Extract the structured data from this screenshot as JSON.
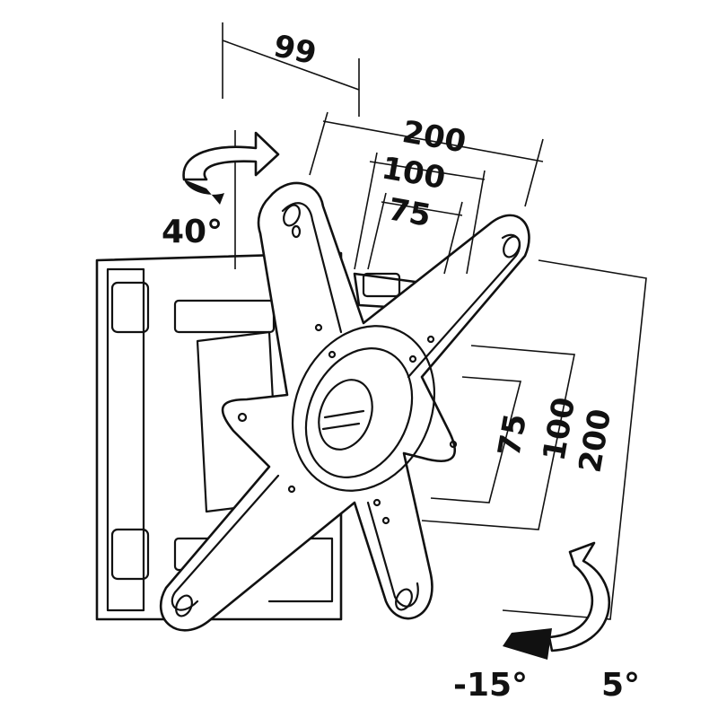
{
  "dimensions": {
    "arm_depth": "99",
    "horizontal": [
      "200",
      "100",
      "75"
    ],
    "vertical": [
      "75",
      "100",
      "200"
    ]
  },
  "angles": {
    "swivel": "40°",
    "tilt_down": "-15°",
    "tilt_up": "5°"
  }
}
